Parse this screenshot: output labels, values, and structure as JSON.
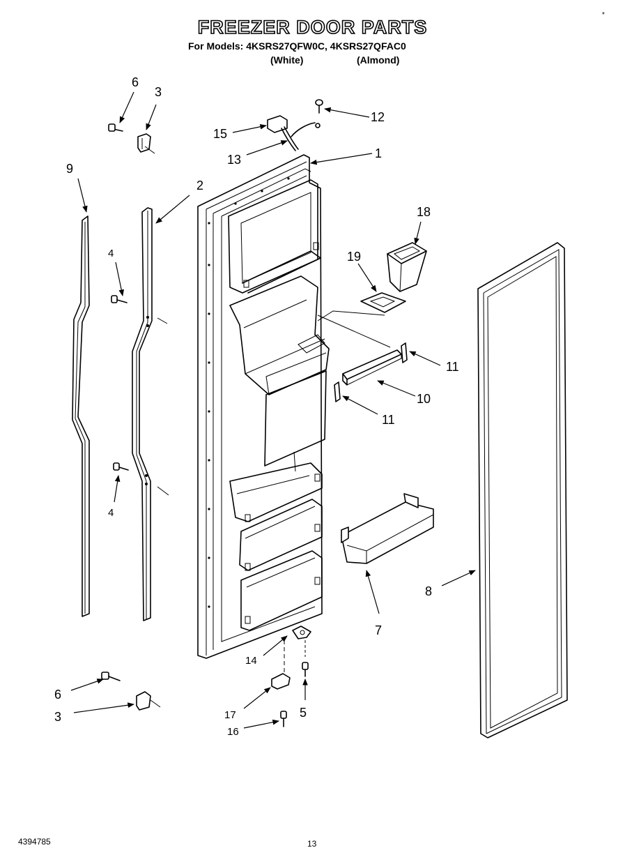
{
  "header": {
    "title": "FREEZER DOOR PARTS",
    "models_line": "For Models: 4KSRS27QFW0C, 4KSRS27QFAC0",
    "variant_white": "(White)",
    "variant_almond": "(Almond)"
  },
  "corner_mark": "*",
  "callouts": {
    "c1": "1",
    "c2": "2",
    "c3a": "3",
    "c3b": "3",
    "c4a": "4",
    "c4b": "4",
    "c5": "5",
    "c6a": "6",
    "c6b": "6",
    "c7": "7",
    "c8": "8",
    "c9": "9",
    "c10": "10",
    "c11a": "11",
    "c11b": "11",
    "c12": "12",
    "c13": "13",
    "c14": "14",
    "c15": "15",
    "c16": "16",
    "c17": "17",
    "c18": "18",
    "c19": "19"
  },
  "footer": {
    "doc_number": "4394785",
    "page_number": "13"
  }
}
